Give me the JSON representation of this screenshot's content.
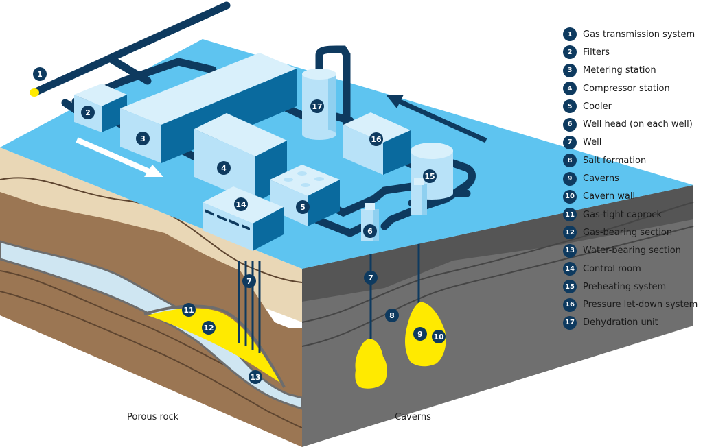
{
  "legend": [
    {
      "num": "1",
      "label": "Gas transmission system"
    },
    {
      "num": "2",
      "label": "Filters"
    },
    {
      "num": "3",
      "label": "Metering station"
    },
    {
      "num": "4",
      "label": "Compressor station"
    },
    {
      "num": "5",
      "label": "Cooler"
    },
    {
      "num": "6",
      "label": "Well head (on each well)"
    },
    {
      "num": "7",
      "label": " Well"
    },
    {
      "num": "8",
      "label": "Salt formation"
    },
    {
      "num": "9",
      "label": "Caverns"
    },
    {
      "num": "10",
      "label": "Cavern wall"
    },
    {
      "num": "11",
      "label": "Gas-tight caprock"
    },
    {
      "num": "12",
      "label": "Gas-bearing section"
    },
    {
      "num": "13",
      "label": "Water-bearing section"
    },
    {
      "num": "14",
      "label": "Control room"
    },
    {
      "num": "15",
      "label": "Preheating system"
    },
    {
      "num": "16",
      "label": "Pressure let-down system"
    },
    {
      "num": "17",
      "label": "Dehydration unit"
    }
  ],
  "labels": {
    "porous_rock": "Porous rock",
    "caverns": "Caverns"
  },
  "markers": [
    "1",
    "2",
    "3",
    "4",
    "5",
    "6",
    "7",
    "7",
    "8",
    "9",
    "10",
    "11",
    "12",
    "13",
    "14",
    "15",
    "16",
    "17"
  ],
  "colors": {
    "surface": "#5ec4f0",
    "building": "#b8e2f8",
    "building_side": "#0a6a9e",
    "pipe": "#0e3a5f",
    "gas": "#ffea00",
    "salt": "#6d6d6d",
    "brown": "#9b7653",
    "sand": "#e9d7b6"
  }
}
